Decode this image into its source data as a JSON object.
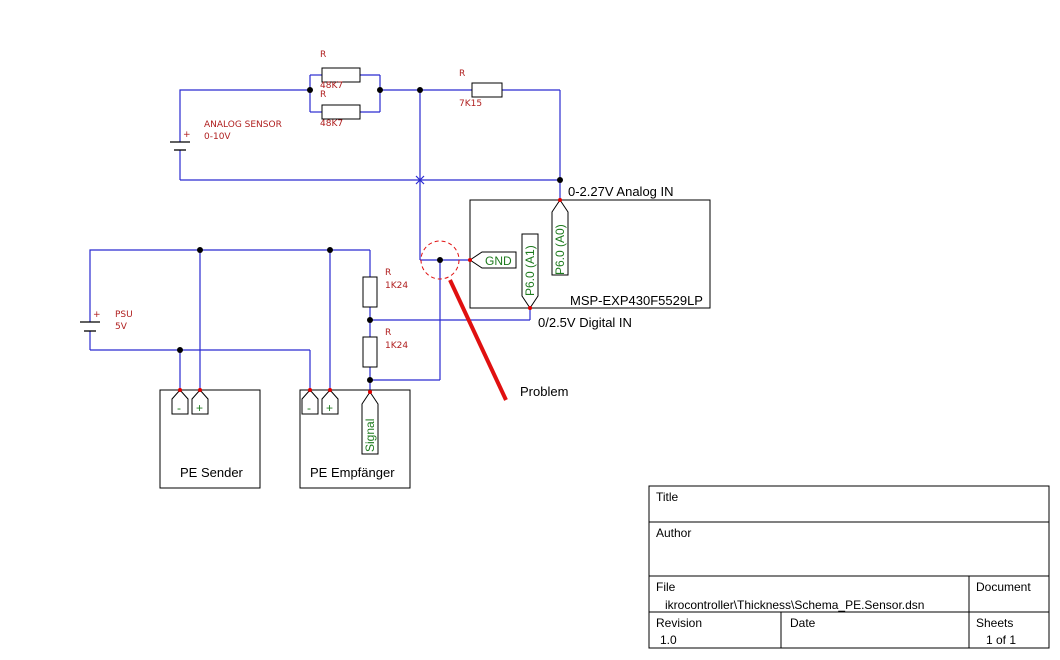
{
  "resistors": {
    "r1": {
      "designator": "R",
      "value": "48K7"
    },
    "r2": {
      "designator": "R",
      "value": "48K7"
    },
    "r3": {
      "designator": "R",
      "value": "7K15"
    },
    "r4": {
      "designator": "R",
      "value": "1K24"
    },
    "r5": {
      "designator": "R",
      "value": "1K24"
    }
  },
  "sources": {
    "analog_sensor": {
      "name": "ANALOG SENSOR",
      "range": "0-10V"
    },
    "psu": {
      "name": "PSU",
      "voltage": "5V"
    }
  },
  "signals": {
    "analog_in": "0-2.27V Analog IN",
    "digital_in": "0/2.5V Digital IN"
  },
  "mcu": {
    "name": "MSP-EXP430F5529LP",
    "gnd": "GND",
    "pin_a1": "P6.0 (A1)",
    "pin_a0": "P6.0 (A0)"
  },
  "pe_sender": {
    "name": "PE Sender",
    "minus": "-",
    "plus": "+"
  },
  "pe_receiver": {
    "name": "PE Empfänger",
    "minus": "-",
    "plus": "+",
    "signal": "Signal"
  },
  "annotation": {
    "problem": "Problem"
  },
  "title_block": {
    "title_label": "Title",
    "author_label": "Author",
    "file_label": "File",
    "file_value": "ikrocontroller\\Thickness\\Schema_PE.Sensor.dsn",
    "document_label": "Document",
    "revision_label": "Revision",
    "revision_value": "1.0",
    "date_label": "Date",
    "sheets_label": "Sheets",
    "sheets_value": "1 of 1"
  },
  "colors": {
    "wire": "#2a2ad0",
    "problem": "#e01010",
    "port_text": "#1d7a1d",
    "label": "#b02020"
  }
}
